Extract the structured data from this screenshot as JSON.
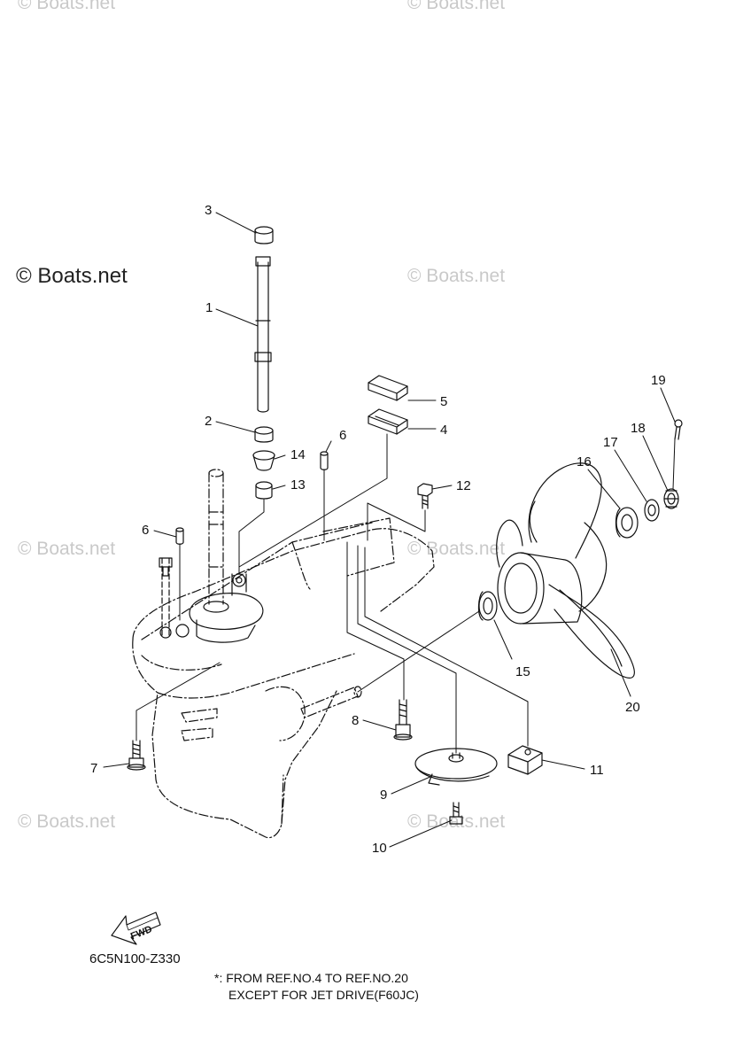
{
  "watermarks": {
    "main": "© Boats.net",
    "faint": "© Boats.net"
  },
  "part_labels": {
    "p1": "1",
    "p2": "2",
    "p3": "3",
    "p4": "4",
    "p5": "5",
    "p6a": "6",
    "p6b": "6",
    "p7": "7",
    "p8": "8",
    "p9": "9",
    "p10": "10",
    "p11": "11",
    "p12": "12",
    "p13": "13",
    "p14": "14",
    "p15": "15",
    "p16": "16",
    "p17": "17",
    "p18": "18",
    "p19": "19",
    "p20": "20"
  },
  "fwd_label": "FWD",
  "diagram_code": "6C5N100-Z330",
  "footnote": {
    "line1": "*: FROM REF.NO.4 TO REF.NO.20",
    "line2": "EXCEPT FOR JET DRIVE(F60JC)"
  },
  "colors": {
    "line": "#111111",
    "watermark": "#c9c9c9",
    "background": "#ffffff"
  }
}
